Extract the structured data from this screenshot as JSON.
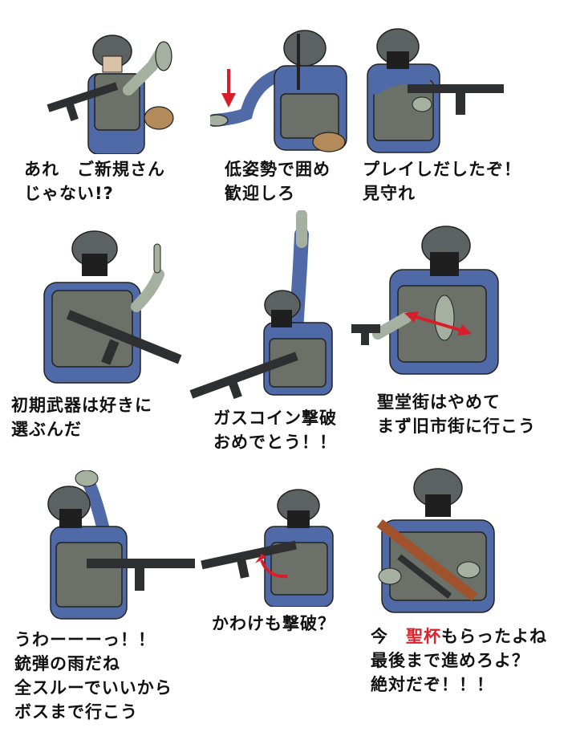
{
  "panels": [
    {
      "lines": [
        "あれ　ご新規さん",
        "じゃない!?"
      ]
    },
    {
      "lines": [
        "低姿勢で囲め",
        "歓迎しろ"
      ]
    },
    {
      "lines": [
        "プレイしだしたぞ！",
        "見守れ"
      ]
    },
    {
      "lines": [
        "初期武器は好きに",
        "選ぶんだ"
      ]
    },
    {
      "lines": [
        "ガスコイン撃破",
        "おめでとう！！"
      ]
    },
    {
      "lines": [
        "聖堂街はやめて",
        "まず旧市街に行こう"
      ]
    },
    {
      "lines": [
        "うわーーーっ！！",
        "銃弾の雨だね",
        "全スルーでいいから",
        "ボスまで行こう"
      ]
    },
    {
      "lines": [
        "かわけも撃破？"
      ]
    },
    {
      "line1_prefix": "今　",
      "line1_highlight": "聖杯",
      "line1_suffix": "もらったよね",
      "lines_rest": [
        "最後まで進めろよ？",
        "絶対だぞ！！！"
      ]
    }
  ],
  "colors": {
    "uniform": "#4f6aa6",
    "vest": "#6b7068",
    "helmet": "#5c6262",
    "glove": "#a6b0a0",
    "mask": "#1f1f1f",
    "gun": "#2d2f31",
    "pouch": "#b38a5a",
    "wood": "#a0522d",
    "arrow_red": "#d81e2a",
    "highlight_red": "#e0202a"
  },
  "icons": [
    "down-arrow-icon",
    "double-arrow-icon",
    "curved-arrow-icon"
  ]
}
